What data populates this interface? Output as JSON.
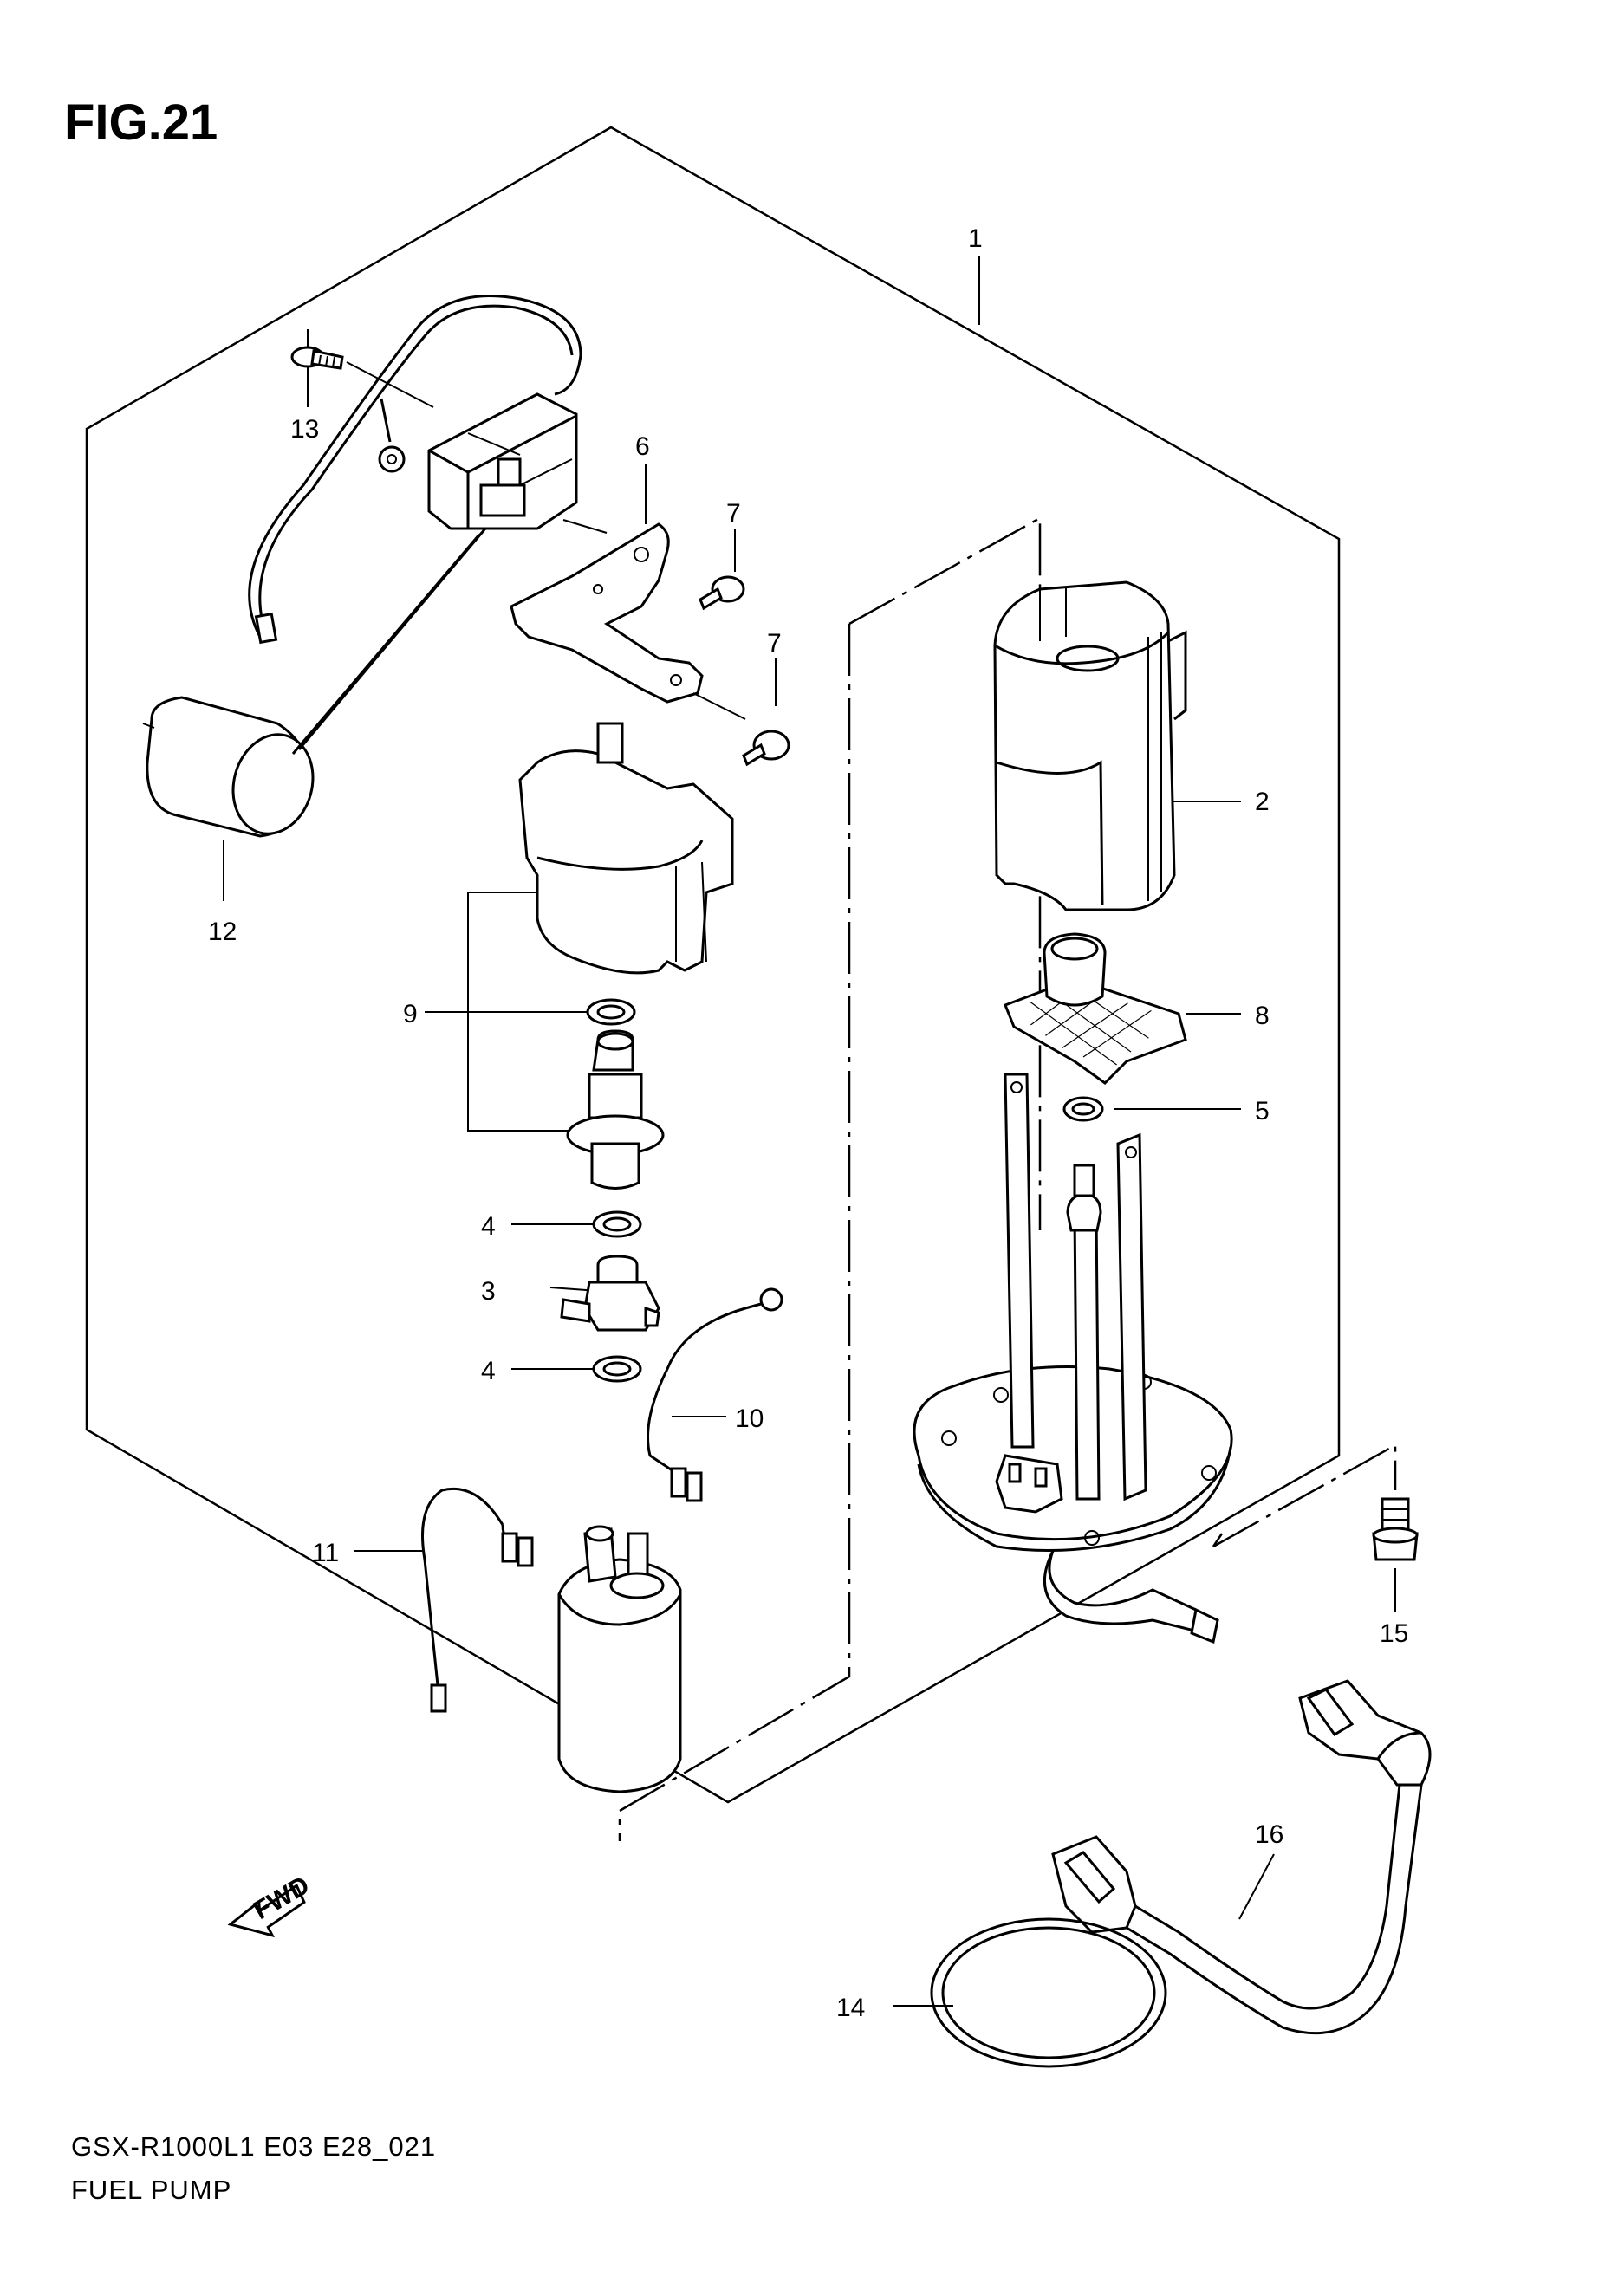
{
  "figure": {
    "title": "FIG.21",
    "model_code": "GSX-R1000L1 E03 E28_021",
    "name": "FUEL PUMP",
    "fwd_label": "FWD"
  },
  "callouts": {
    "c1": "1",
    "c2": "2",
    "c3": "3",
    "c4a": "4",
    "c4b": "4",
    "c5": "5",
    "c6": "6",
    "c7a": "7",
    "c7b": "7",
    "c8": "8",
    "c9": "9",
    "c10": "10",
    "c11": "11",
    "c12": "12",
    "c13": "13",
    "c14": "14",
    "c15": "15",
    "c16": "16"
  }
}
